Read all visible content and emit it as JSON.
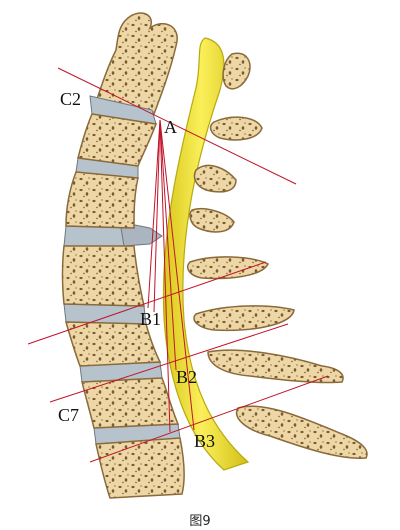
{
  "labels": {
    "c2": "C2",
    "c7": "C7",
    "a": "A",
    "b1": "B1",
    "b2": "B2",
    "b3": "B3"
  },
  "caption": "图9",
  "colors": {
    "bone": "#eed7a6",
    "bone_outline": "#8a6a3a",
    "bone_pores": "#7a5a2e",
    "disc": "#b6c2cc",
    "cord": "#f2e23a",
    "cord_edge": "#b8a90f",
    "measure_line": "#c0142a"
  }
}
